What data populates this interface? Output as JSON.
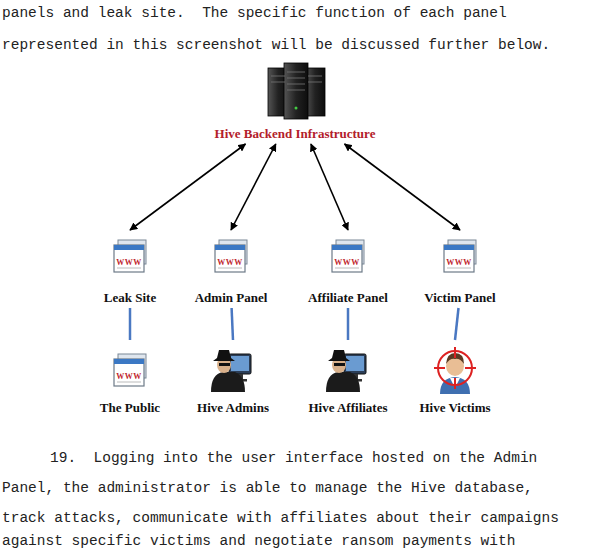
{
  "diagram": {
    "nodes": [
      {
        "text": [
          "Hive Backend Infrastructure"
        ]
      },
      {
        "text": [
          "Leak Site"
        ]
      },
      {
        "text": [
          "Admin Panel"
        ]
      },
      {
        "text": [
          "Affiliate Panel"
        ]
      },
      {
        "text": [
          "Victim Panel"
        ]
      },
      {
        "text": [
          "The Public"
        ]
      },
      {
        "text": [
          "Hive Admins"
        ]
      },
      {
        "text": [
          "Hive Affiliates"
        ]
      },
      {
        "text": [
          "Hive Victims"
        ]
      }
    ],
    "edges": [
      {
        "from": 0,
        "to": 1,
        "arrow": "both"
      },
      {
        "from": 0,
        "to": 2,
        "arrow": "both"
      },
      {
        "from": 0,
        "to": 3,
        "arrow": "both"
      },
      {
        "from": 0,
        "to": 4,
        "arrow": "both"
      },
      {
        "from": 1,
        "to": 5,
        "arrow": "none"
      },
      {
        "from": 2,
        "to": 6,
        "arrow": "none"
      },
      {
        "from": 3,
        "to": 7,
        "arrow": "none"
      },
      {
        "from": 4,
        "to": 8,
        "arrow": "none"
      }
    ],
    "labels": [
      "panels and leak site.  The specific function of each panel",
      "represented in this screenshot will be discussed further below.",
      "WWW",
      "WWW",
      "WWW",
      "WWW",
      "WWW",
      "19.  Logging into the user interface hosted on the Admin",
      "Panel, the administrator is able to manage the Hive database,",
      "track attacks, communicate with affiliates about their campaigns",
      "against specific victims and negotiate ransom payments with"
    ]
  }
}
